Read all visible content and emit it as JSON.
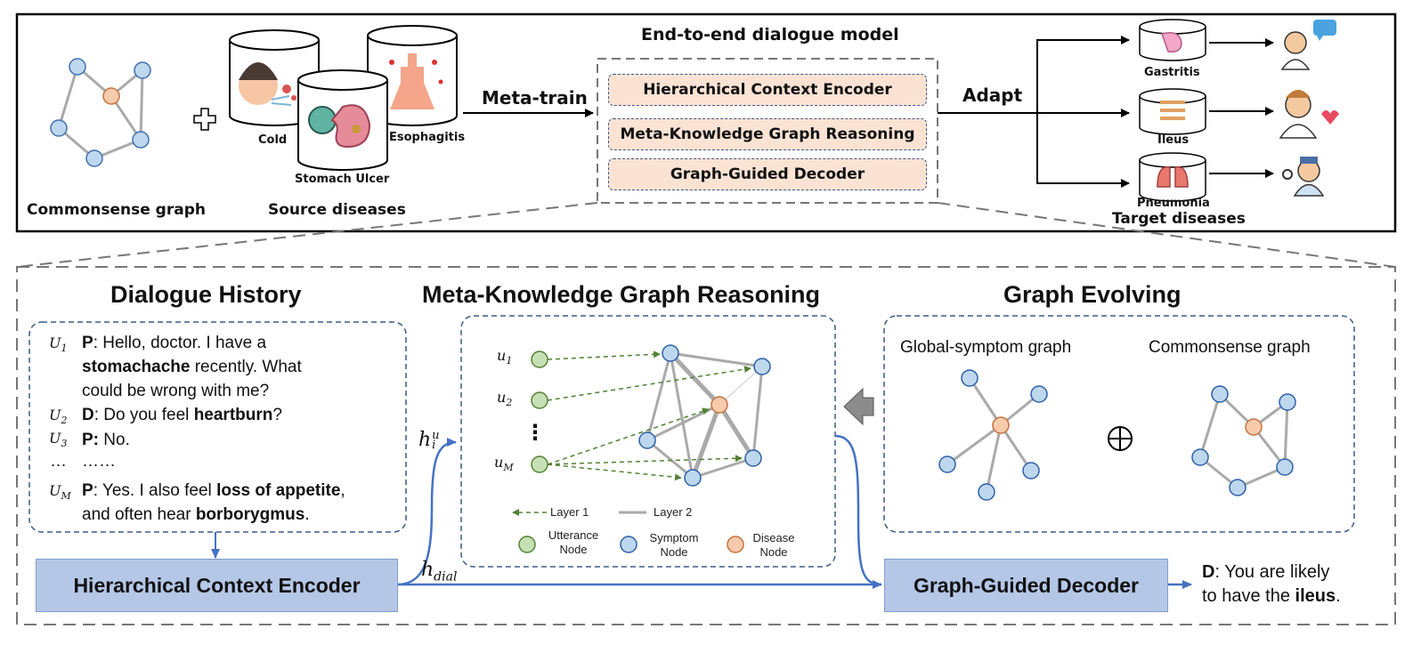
{
  "top": {
    "commonsense_graph": "Commonsense graph",
    "source_diseases": "Source diseases",
    "cold": "Cold",
    "stomach_ulcer": "Stomach Ulcer",
    "esophagitis": "Esophagitis",
    "meta_train": "Meta-train",
    "model_title": "End-to-end dialogue model",
    "module_1": "Hierarchical Context Encoder",
    "module_2": "Meta-Knowledge Graph Reasoning",
    "module_3": "Graph-Guided Decoder",
    "adapt": "Adapt",
    "gastritis": "Gastritis",
    "ileus": "Ileus",
    "pneumonia": "Pneumonia",
    "target_diseases": "Target diseases"
  },
  "history": {
    "title": "Dialogue History",
    "u1": "U",
    "u1_sub": "1",
    "u2": "U",
    "u2_sub": "2",
    "u3": "U",
    "u3_sub": "3",
    "um": "U",
    "um_sub": "M",
    "dots_left": "…",
    "dots_right": "……",
    "l1_speaker": "P",
    "l1_text": ": Hello, doctor. I have a",
    "l2_bold": "stomachache",
    "l2_text": " recently. What",
    "l3_text": "could be wrong with me?",
    "l4_speaker": "D",
    "l4_text": ": Do you feel ",
    "l4_bold": "heartburn",
    "l4_end": "?",
    "l5_speaker": "P:",
    "l5_text": " No.",
    "l6_speaker": "P",
    "l6_text": ": Yes. I also feel ",
    "l6_bold": "loss of appetite",
    "l6_end": ",",
    "l7_text": "and often hear ",
    "l7_bold": "borborygmus",
    "l7_end": "."
  },
  "reasoning": {
    "title": "Meta-Knowledge Graph Reasoning",
    "u1": "u",
    "u1_sub": "1",
    "u2": "u",
    "u2_sub": "2",
    "um": "u",
    "um_sub": "M",
    "vdots": "⋮",
    "legend_layer1": "Layer 1",
    "legend_layer2": "Layer 2",
    "legend_utterance": "Utterance Node",
    "legend_symptom": "Symptom Node",
    "legend_disease": "Disease Node"
  },
  "evolving": {
    "title": "Graph Evolving",
    "global_graph": "Global-symptom graph",
    "commonsense_graph": "Commonsense graph",
    "oplus": "⊕"
  },
  "bottom": {
    "encoder": "Hierarchical Context Encoder",
    "decoder": "Graph-Guided Decoder",
    "h_iu": "h",
    "h_iu_sub": "i",
    "h_iu_sup": "u",
    "h_dial": "h",
    "h_dial_sub": "dial",
    "out_speaker": "D",
    "out_text1": ": You are likely",
    "out_text2": "to have the ",
    "out_bold": "ileus",
    "out_end": "."
  },
  "colors": {
    "symptom_node": "#bdd7ee",
    "disease_node": "#f8cbad",
    "utterance_node": "#c5e0b4",
    "module_fill": "#fbe3d4",
    "block_fill": "#b4c7e7",
    "arrow_blue": "#4472c4",
    "dashed_green": "#548235"
  }
}
